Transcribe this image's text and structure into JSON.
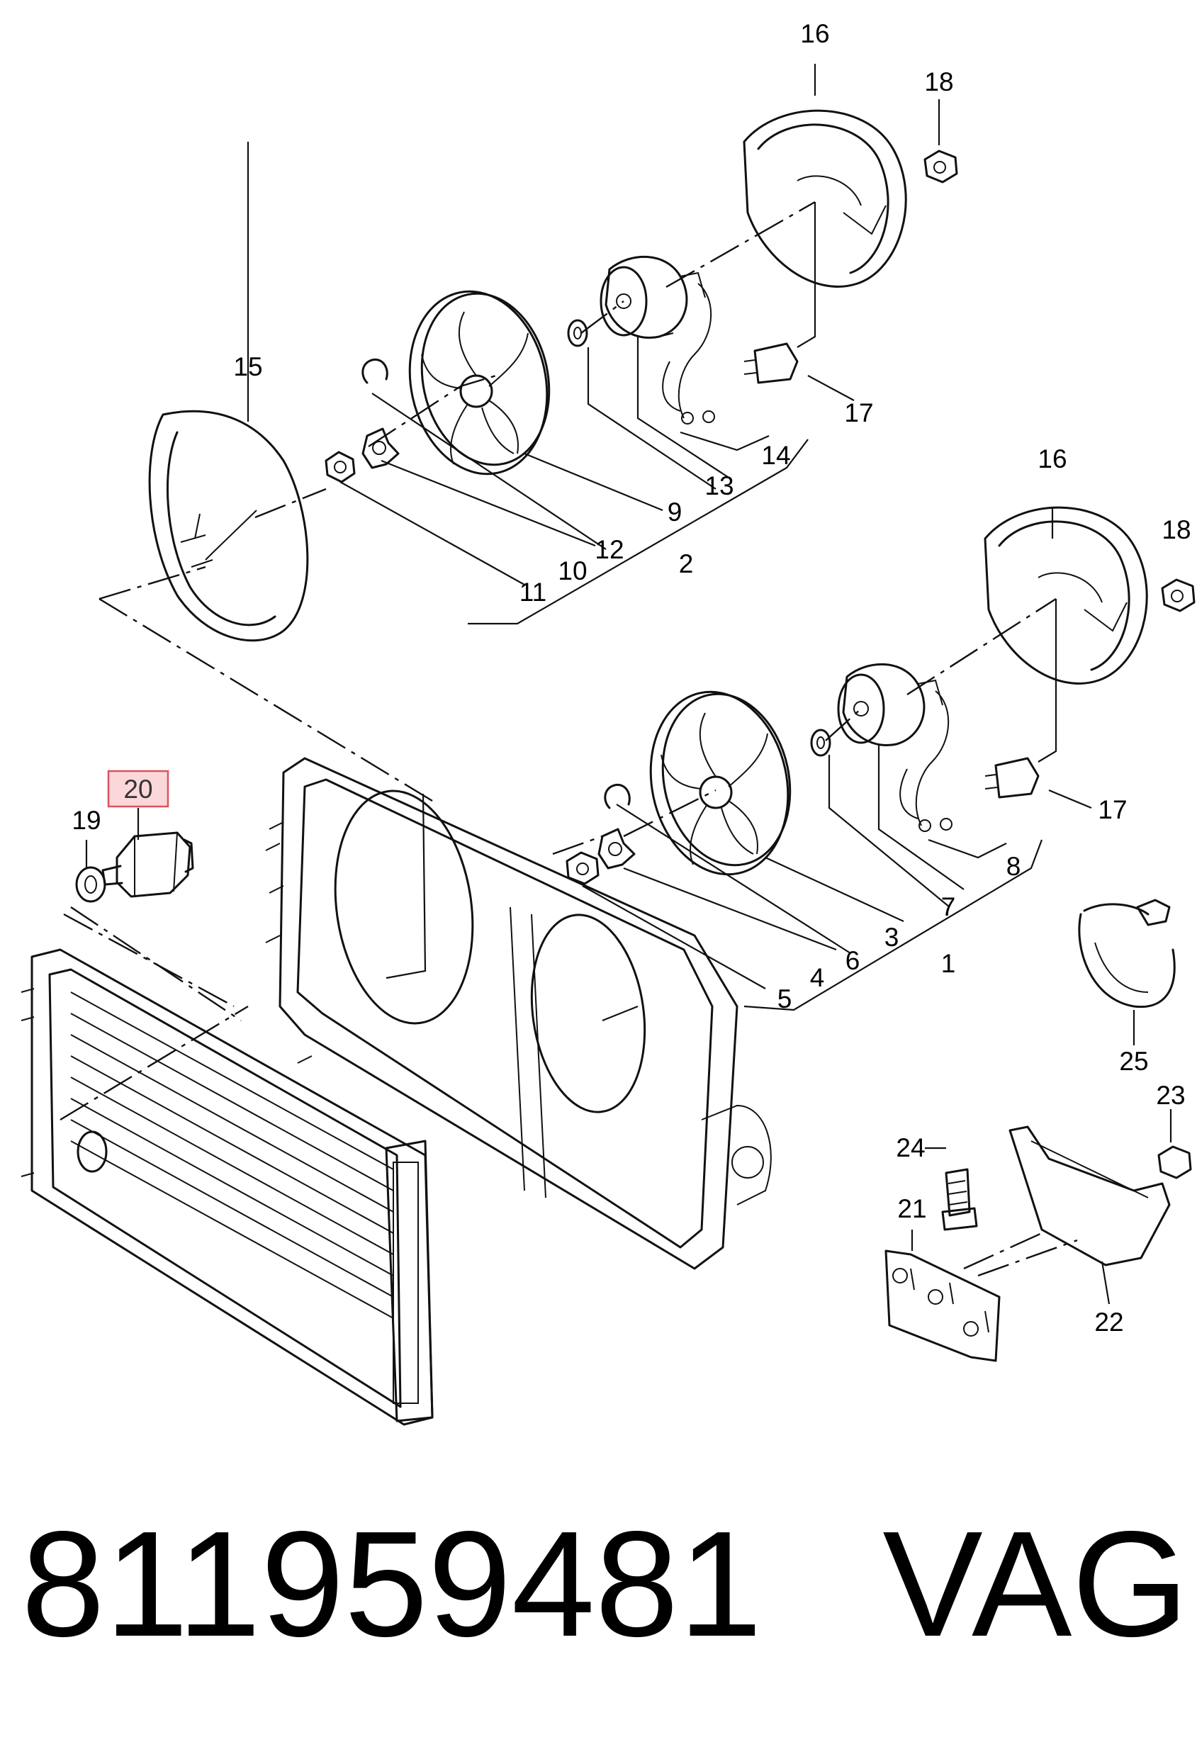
{
  "diagram": {
    "callouts": {
      "c1": "1",
      "c2": "2",
      "c3": "3",
      "c4": "4",
      "c5": "5",
      "c6": "6",
      "c7": "7",
      "c8": "8",
      "c9": "9",
      "c10": "10",
      "c11": "11",
      "c12": "12",
      "c13": "13",
      "c14": "14",
      "c15": "15",
      "c16a": "16",
      "c16b": "16",
      "c17a": "17",
      "c17b": "17",
      "c18a": "18",
      "c18b": "18",
      "c19": "19",
      "c20": "20",
      "c21": "21",
      "c22": "22",
      "c23": "23",
      "c24": "24",
      "c25": "25"
    },
    "highlighted_callout": "20",
    "highlight_color": "#fbd7d9",
    "highlight_border": "#d9535f"
  },
  "caption": {
    "part_number": "811959481",
    "brand": "VAG"
  }
}
